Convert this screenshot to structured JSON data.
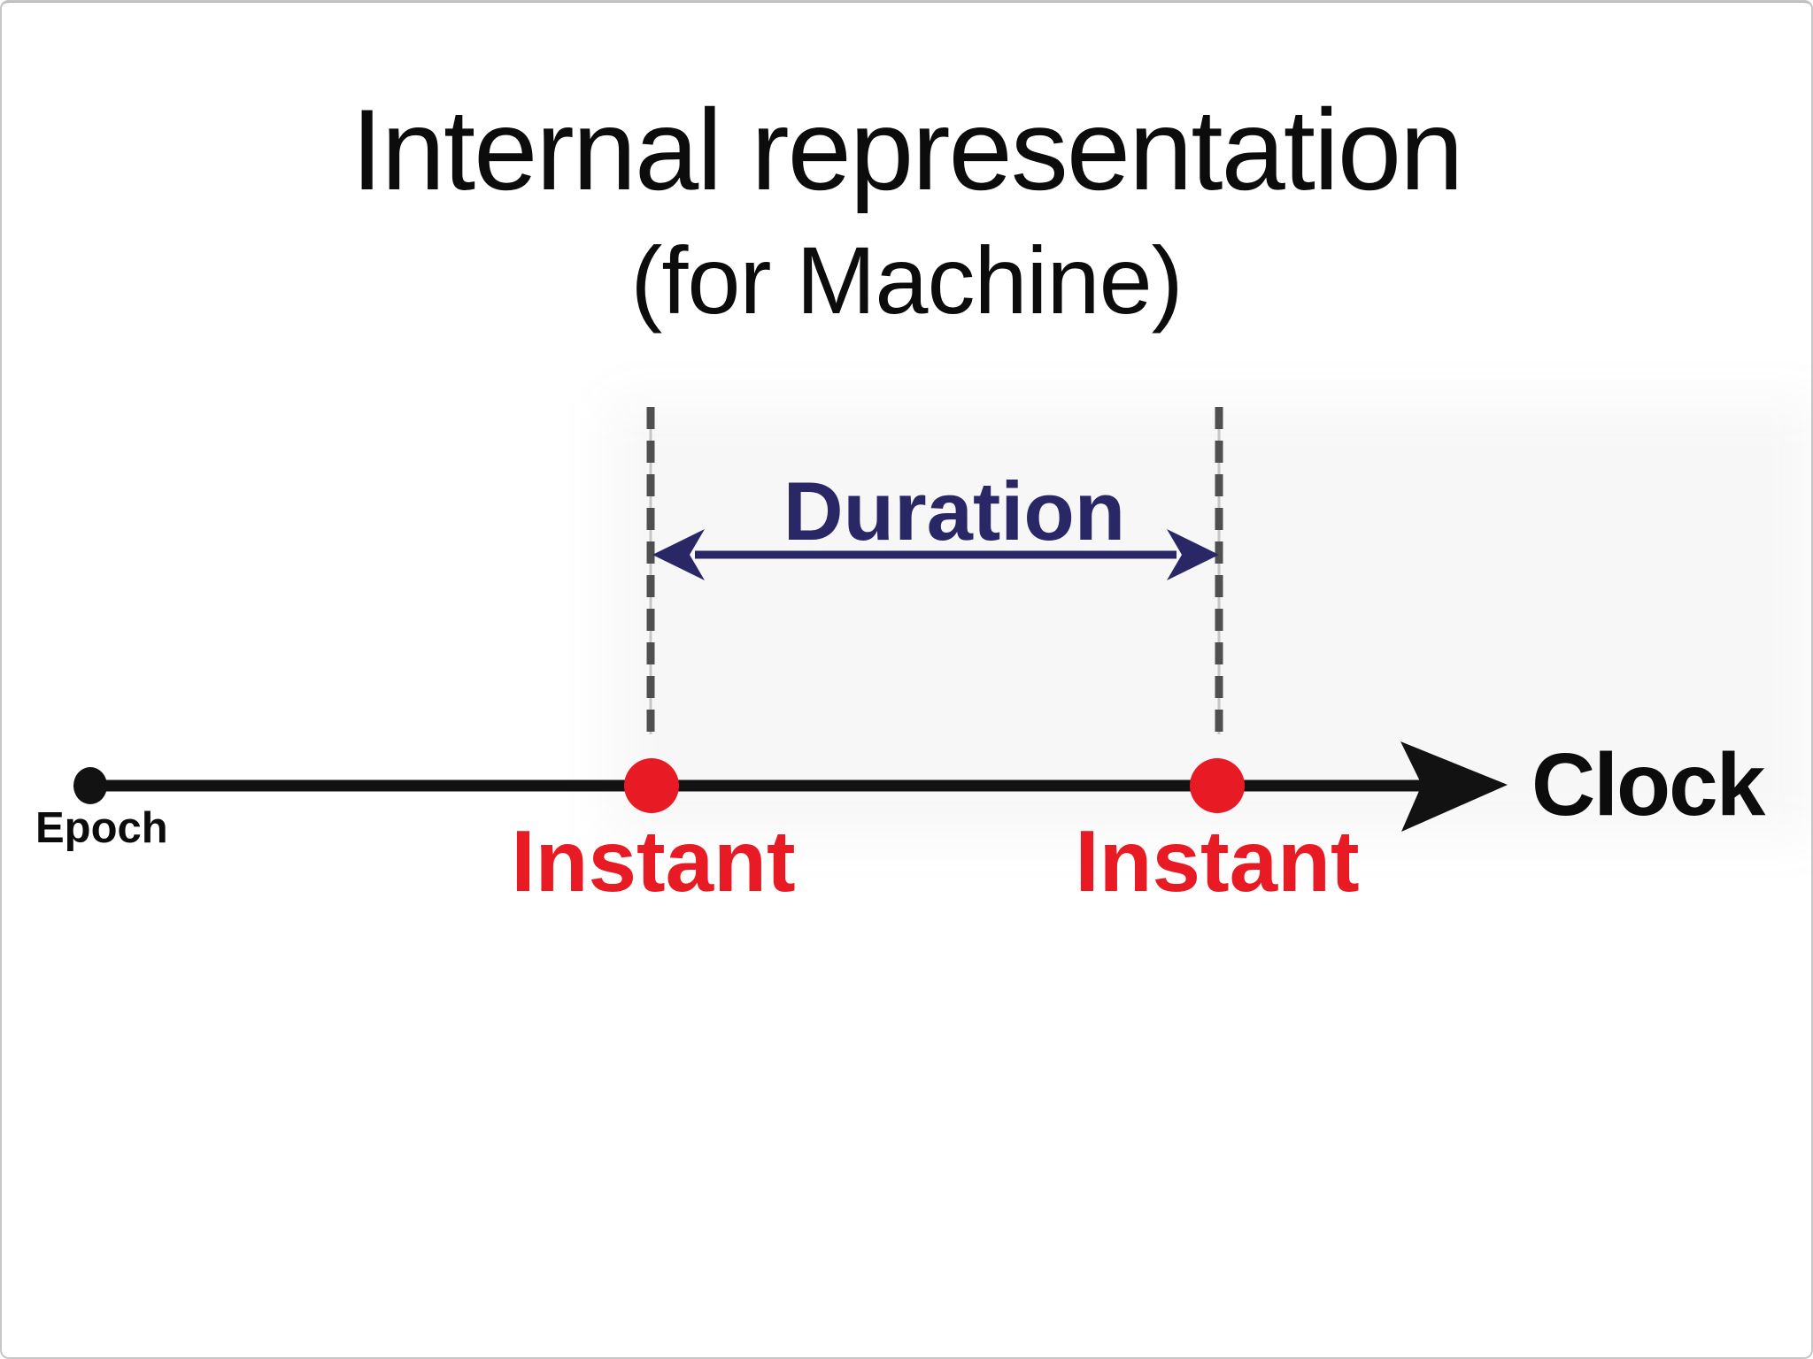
{
  "slide": {
    "title": "Internal representation",
    "subtitle": "(for Machine)",
    "labels": {
      "duration": "Duration",
      "epoch": "Epoch",
      "instant_left": "Instant",
      "instant_right": "Instant",
      "clock": "Clock"
    },
    "colors": {
      "text": "#0c0c0c",
      "timeline": "#121212",
      "instant_red": "#e81b25",
      "duration_navy": "#2a2767",
      "dash_gray": "#4f4f4f",
      "dash_underlay": "#c6c6c6"
    }
  }
}
